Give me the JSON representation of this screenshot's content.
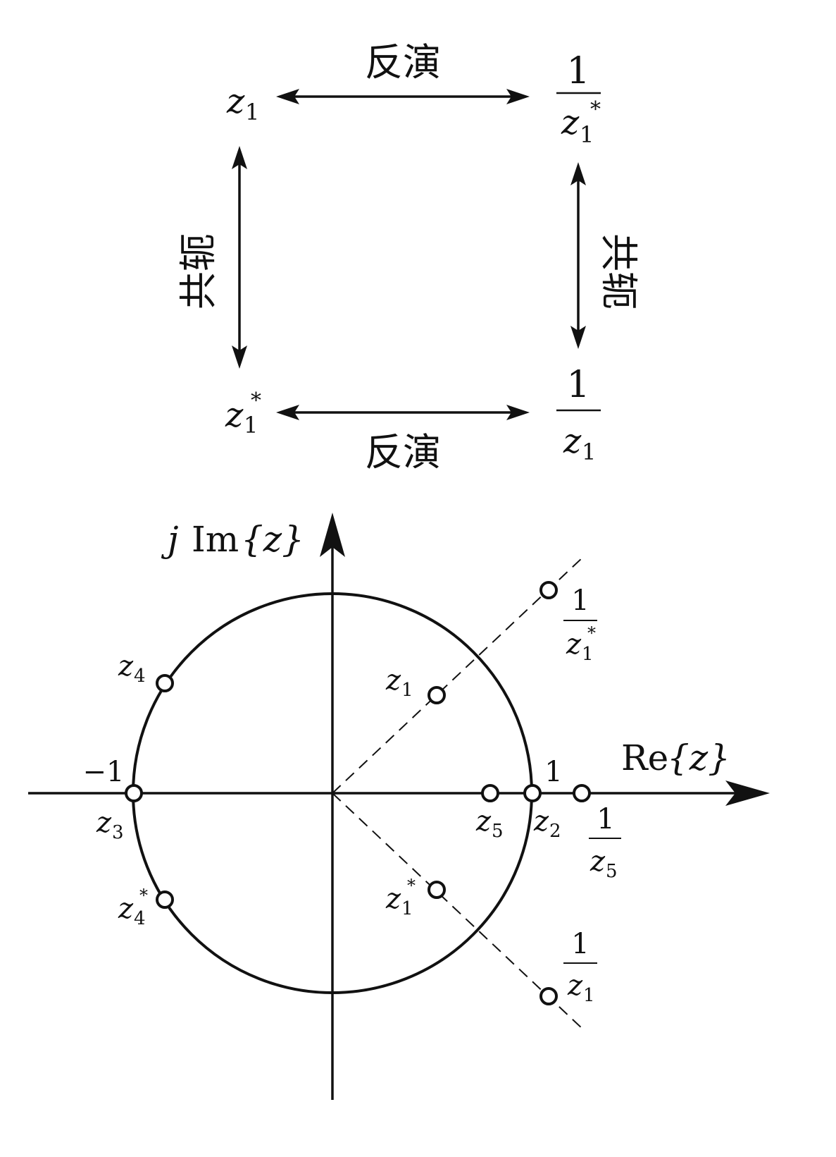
{
  "colors": {
    "ink": "#111111",
    "background": "#ffffff"
  },
  "diagram_top": {
    "nodes": {
      "z1": {
        "base": "z",
        "sub": "1"
      },
      "inv_conj": {
        "num": "1",
        "den_base": "z",
        "den_sub": "1",
        "den_sup": "*"
      },
      "conj": {
        "base": "z",
        "sub": "1",
        "sup": "*"
      },
      "inv": {
        "num": "1",
        "den_base": "z",
        "den_sub": "1"
      }
    },
    "edges": {
      "top": "反演",
      "bottom": "反演",
      "left": "共轭",
      "right": "共轭"
    }
  },
  "z_plane": {
    "axes": {
      "imag": {
        "j": "j",
        "Im": "Im",
        "arg": "{z}"
      },
      "real": {
        "Re": "Re",
        "arg": "{z}"
      }
    },
    "ticks": {
      "one": "1",
      "minus_one": "−1"
    },
    "points": {
      "z1": {
        "base": "z",
        "sub": "1"
      },
      "z1_conj": {
        "base": "z",
        "sub": "1",
        "sup": "*"
      },
      "z2": {
        "base": "z",
        "sub": "2"
      },
      "z3": {
        "base": "z",
        "sub": "3"
      },
      "z4": {
        "base": "z",
        "sub": "4"
      },
      "z4_conj": {
        "base": "z",
        "sub": "4",
        "sup": "*"
      },
      "z5": {
        "base": "z",
        "sub": "5"
      },
      "inv_z1_conj": {
        "num": "1",
        "den_base": "z",
        "den_sub": "1",
        "den_sup": "*"
      },
      "inv_z1": {
        "num": "1",
        "den_base": "z",
        "den_sub": "1"
      },
      "inv_z5": {
        "num": "1",
        "den_base": "z",
        "den_sub": "5"
      }
    }
  }
}
